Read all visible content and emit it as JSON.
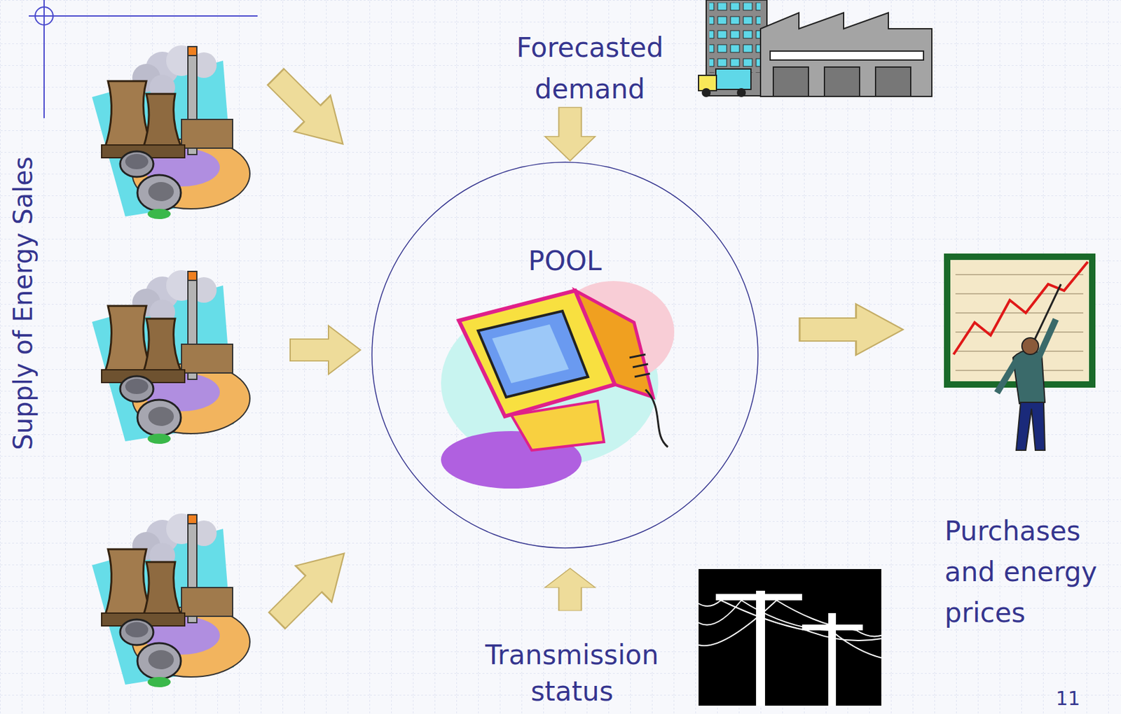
{
  "diagram": {
    "nodes": [
      {
        "text": [
          "POOL"
        ]
      }
    ],
    "labels": [
      "Supply of Energy Sales",
      "Forecasted demand",
      "Transmission status",
      "Purchases and energy prices",
      "11"
    ]
  }
}
